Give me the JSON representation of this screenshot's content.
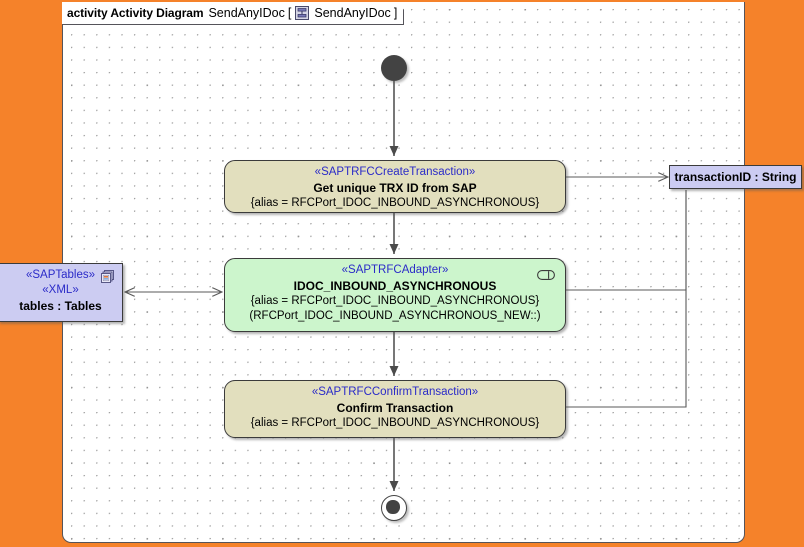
{
  "canvas": {
    "background_color": "#F5822A",
    "frame_background": "#ffffff",
    "grid": "dotted"
  },
  "frame_header": {
    "keyword": "activity Activity Diagram",
    "name": "SendAnyIDoc",
    "bracket_open": "[",
    "bracket_close": "]",
    "target_name": "SendAnyIDoc",
    "icon": "activity-diagram-icon"
  },
  "nodes": {
    "initial": {
      "name": "initial-node",
      "shape": "filled-circle",
      "color": "#434343"
    },
    "final": {
      "name": "activity-final-node",
      "shape": "circle-in-circle",
      "color": "#434343"
    },
    "action1": {
      "stereotype": "«SAPTRFCCreateTransaction»",
      "name": "Get unique TRX ID from SAP",
      "tag1": "{alias = RFCPort_IDOC_INBOUND_ASYNCHRONOUS}",
      "fill": "#e2dfbe"
    },
    "action2": {
      "stereotype": "«SAPTRFCAdapter»",
      "name": "IDOC_INBOUND_ASYNCHRONOUS",
      "tag1": "{alias = RFCPort_IDOC_INBOUND_ASYNCHRONOUS}",
      "tag2": "(RFCPort_IDOC_INBOUND_ASYNCHRONOUS_NEW::)",
      "fill": "#ccf5cc",
      "icon": "behavior-rake-icon"
    },
    "action3": {
      "stereotype": "«SAPTRFCConfirmTransaction»",
      "name": "Confirm Transaction",
      "tag1": "{alias = RFCPort_IDOC_INBOUND_ASYNCHRONOUS}",
      "fill": "#e2dfbe"
    },
    "pin_transaction": {
      "name": "transactionID : String",
      "fill": "#ccccf2"
    },
    "pin_tables": {
      "stereotype1": "«SAPTables»",
      "stereotype2": "«XML»",
      "name": "tables : Tables",
      "fill": "#ccccf2",
      "icon": "multiplicity-stack-icon"
    }
  },
  "edges": [
    {
      "from": "initial",
      "to": "action1",
      "kind": "control-flow"
    },
    {
      "from": "action1",
      "to": "action2",
      "kind": "control-flow"
    },
    {
      "from": "action2",
      "to": "action3",
      "kind": "control-flow"
    },
    {
      "from": "action3",
      "to": "final",
      "kind": "control-flow"
    },
    {
      "from": "action1",
      "to": "pin_transaction",
      "kind": "object-flow"
    },
    {
      "from": "pin_transaction",
      "to": "action2",
      "kind": "object-flow"
    },
    {
      "from": "pin_transaction",
      "to": "action3",
      "kind": "object-flow"
    },
    {
      "from": "pin_tables",
      "to": "action2",
      "kind": "object-flow-bidirectional"
    }
  ]
}
